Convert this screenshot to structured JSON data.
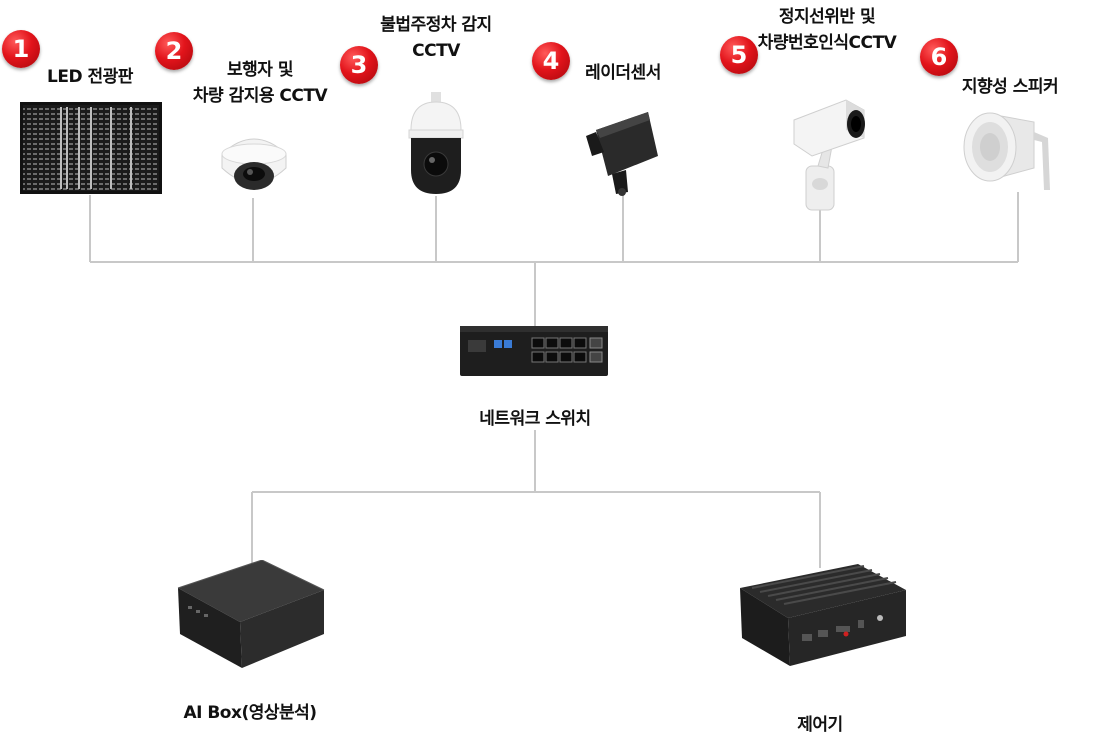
{
  "devices": [
    {
      "number": "1",
      "label_lines": [
        "LED 전광판"
      ],
      "icon": "led-display-icon"
    },
    {
      "number": "2",
      "label_lines": [
        "보행자 및",
        "차량 감지용 CCTV"
      ],
      "icon": "dome-camera-icon"
    },
    {
      "number": "3",
      "label_lines": [
        "불법주정차 감지",
        "CCTV"
      ],
      "icon": "ptz-camera-icon"
    },
    {
      "number": "4",
      "label_lines": [
        "레이더센서"
      ],
      "icon": "radar-sensor-icon"
    },
    {
      "number": "5",
      "label_lines": [
        "정지선위반 및",
        "차량번호인식CCTV"
      ],
      "icon": "bullet-camera-icon"
    },
    {
      "number": "6",
      "label_lines": [
        "지향성 스피커"
      ],
      "icon": "horn-speaker-icon"
    }
  ],
  "switch": {
    "label": "네트워크 스위치",
    "icon": "network-switch-icon"
  },
  "bottom": [
    {
      "label": "AI Box(영상분석)",
      "icon": "ai-box-icon"
    },
    {
      "label": "제어기",
      "icon": "controller-icon"
    }
  ],
  "colors": {
    "badge": "#e2141b",
    "line": "#c8c8c8"
  }
}
